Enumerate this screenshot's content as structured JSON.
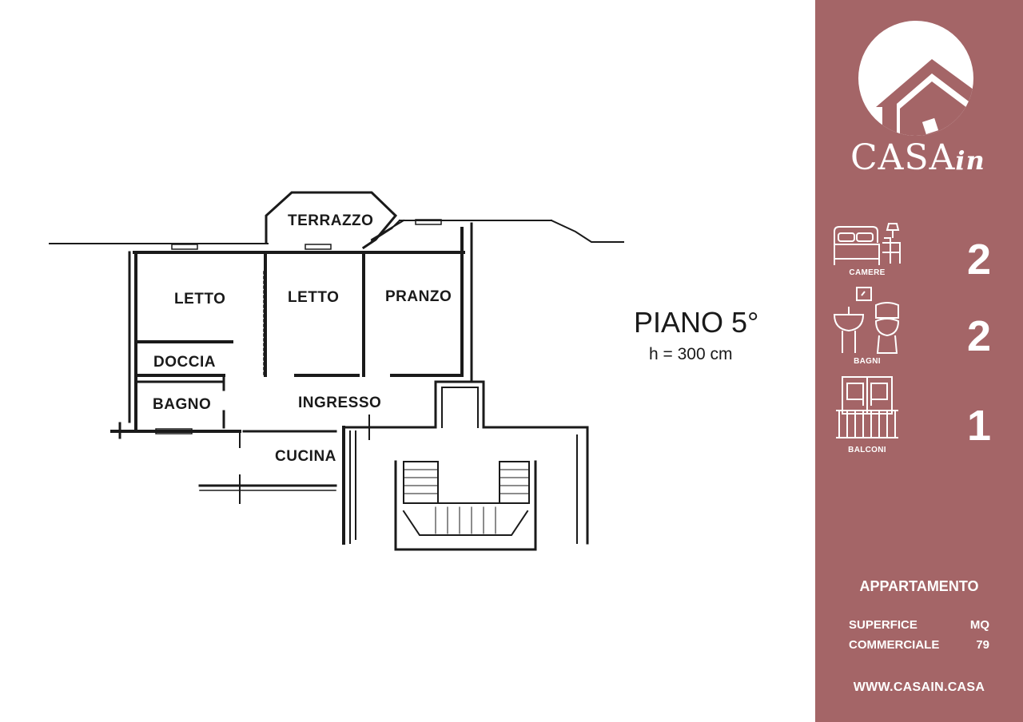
{
  "plan": {
    "rooms": {
      "terrazzo": "TERRAZZO",
      "letto_1": "LETTO",
      "letto_2": "LETTO",
      "pranzo": "PRANZO",
      "doccia": "DOCCIA",
      "bagno": "BAGNO",
      "ingresso": "INGRESSO",
      "cucina": "CUCINA"
    },
    "floor_title": "PIANO 5°",
    "floor_height": "h = 300 cm"
  },
  "sidebar": {
    "brand": {
      "name": "CASA",
      "suffix": "in"
    },
    "colors": {
      "background": "#a46567",
      "text": "#ffffff"
    },
    "features": [
      {
        "icon": "bed-icon",
        "label": "CAMERE",
        "count": "2"
      },
      {
        "icon": "bathroom-icon",
        "label": "BAGNI",
        "count": "2"
      },
      {
        "icon": "balcony-icon",
        "label": "BALCONI",
        "count": "1"
      }
    ],
    "property_type": "APPARTAMENTO",
    "surface": {
      "label_line1": "SUPERFICE",
      "label_line2": "COMMERCIALE",
      "unit": "MQ",
      "value": "79"
    },
    "website": "WWW.CASAIN.CASA"
  }
}
